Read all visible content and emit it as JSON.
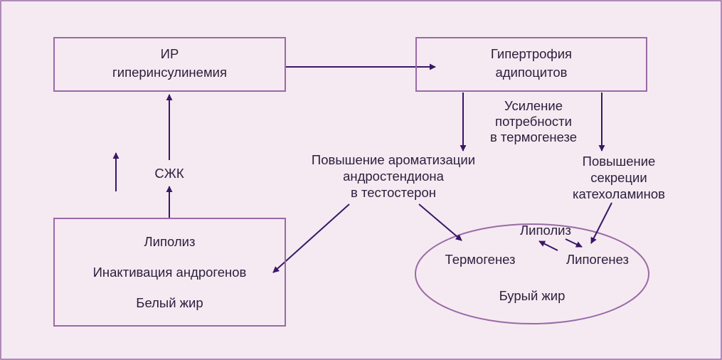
{
  "colors": {
    "background": "#f5eaf1",
    "box_border": "#9a6aa8",
    "arrow": "#3a1668",
    "text": "#2a1f3d"
  },
  "nodes": {
    "ir_box": {
      "line1": "ИР",
      "line2": "гиперинсулинемия"
    },
    "hypertrophy_box": {
      "line1": "Гипертрофия",
      "line2": "адипоцитов"
    },
    "white_fat_box": {
      "lipolysis": "Липолиз",
      "androgen_inactivation": "Инактивация андрогенов",
      "label": "Белый жир"
    },
    "brown_fat_ellipse": {
      "thermogenesis": "Термогенез",
      "lipolysis": "Липолиз",
      "lipogenesis": "Липогенез",
      "label": "Бурый жир"
    }
  },
  "labels": {
    "ffa": "СЖК",
    "thermo_demand": {
      "line1": "Усиление",
      "line2": "потребности",
      "line3": "в термогенезе"
    },
    "aromatization": {
      "line1": "Повышение ароматизации",
      "line2": "андростендиона",
      "line3": "в тестостерон"
    },
    "catecholamines": {
      "line1": "Повышение",
      "line2": "секреции",
      "line3": "катехоламинов"
    }
  }
}
